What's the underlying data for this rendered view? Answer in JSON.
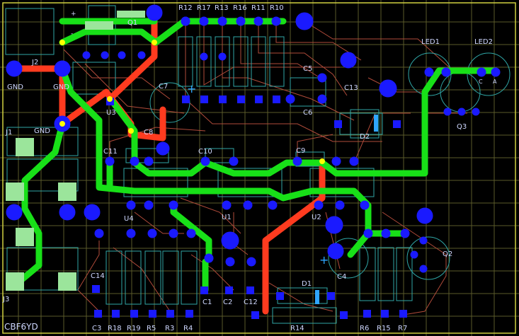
{
  "designators": {
    "resistors_top": [
      "R12",
      "R17",
      "R13",
      "R16",
      "R11",
      "R10"
    ],
    "resistors_bottom": [
      "C3",
      "R18",
      "R19",
      "R5",
      "R3",
      "R4"
    ],
    "right_bottom": [
      "R6",
      "R15",
      "R7"
    ],
    "J2": "J2",
    "J1": "J1",
    "J3": "J3",
    "Q1": "Q1",
    "Q2": "Q2",
    "Q3": "Q3",
    "U1": "U1",
    "U2": "U2",
    "U3": "U3",
    "U4": "U4",
    "C1": "C1",
    "C2": "C2",
    "C4": "C4",
    "C5": "C5",
    "C6": "C6",
    "C7": "C7",
    "C8": "C8",
    "C9": "C9",
    "C10": "C10",
    "C11": "C11",
    "C12": "C12",
    "C13": "C13",
    "C14": "C14",
    "D1": "D1",
    "D2": "D2",
    "R14": "R14",
    "LED1": "LED1",
    "LED2": "LED2"
  },
  "net_labels": {
    "gnd_left": "GND",
    "gnd_center": "GND",
    "gnd_j1": "GND",
    "plus": "+",
    "minus": "-",
    "led_k": "C",
    "led_a": "A"
  },
  "board_name": "CBF6YD",
  "colors": {
    "background": "#000000",
    "grid": "#5a5a2a",
    "silk": "#cfd8ff",
    "pad": "#1a1aff",
    "pad_hole": "#7a7a10",
    "top_copper": "#ff3b1f",
    "bottom_copper": "#18e018",
    "thin_trace": "#b04b3a",
    "courtyard": "#2fa6a6",
    "smd_pad": "#9be59b",
    "highlight_pad": "#ffff00"
  }
}
